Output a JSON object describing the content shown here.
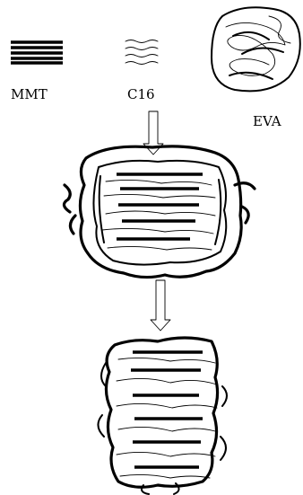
{
  "labels": {
    "mmt": "MMT",
    "c16": "C16",
    "eva": "EVA"
  }
}
